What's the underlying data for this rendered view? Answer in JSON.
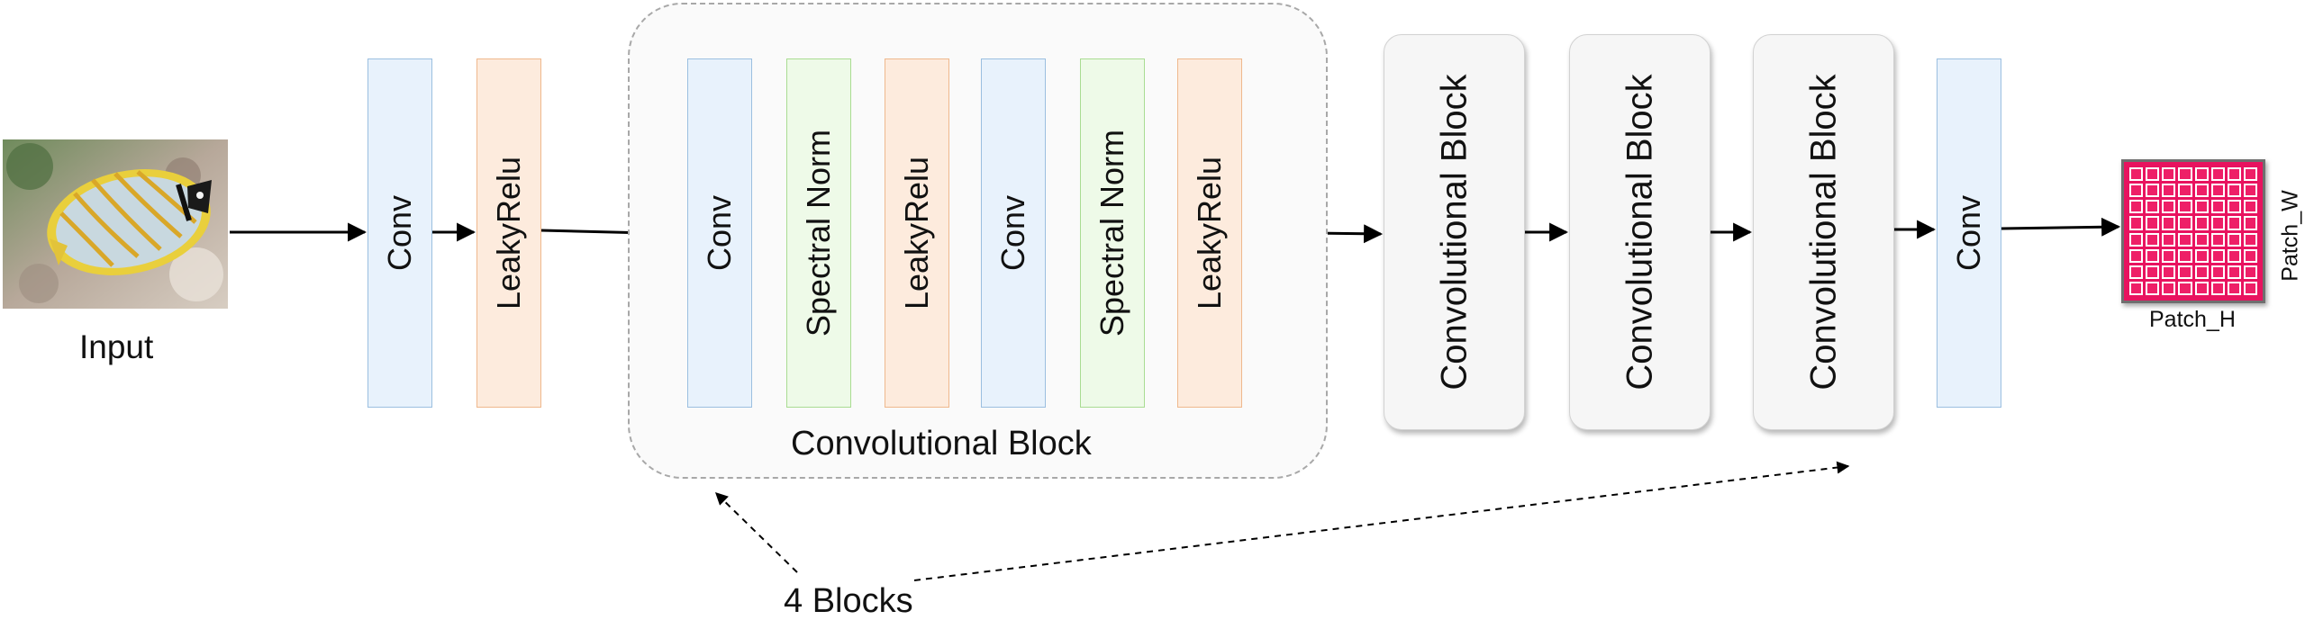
{
  "input_label": "Input",
  "layers": {
    "conv_1": "Conv",
    "relu_1": "LeakyRelu",
    "group_conv_a": "Conv",
    "group_sn_a": "Spectral Norm",
    "group_relu_a": "LeakyRelu",
    "group_conv_b": "Conv",
    "group_sn_b": "Spectral Norm",
    "group_relu_b": "LeakyRelu",
    "conv_final": "Conv"
  },
  "group_title": "Convolutional Block",
  "conv_blocks": [
    "Convolutional Block",
    "Convolutional Block",
    "Convolutional Block"
  ],
  "repeat_label": "4 Blocks",
  "output": {
    "width_label": "Patch_W",
    "height_label": "Patch_H"
  },
  "colors": {
    "conv": "#e8f2fc",
    "leaky_relu": "#fdebdd",
    "spectral_norm": "#eefae8",
    "output_patch": "#ee1f67"
  }
}
